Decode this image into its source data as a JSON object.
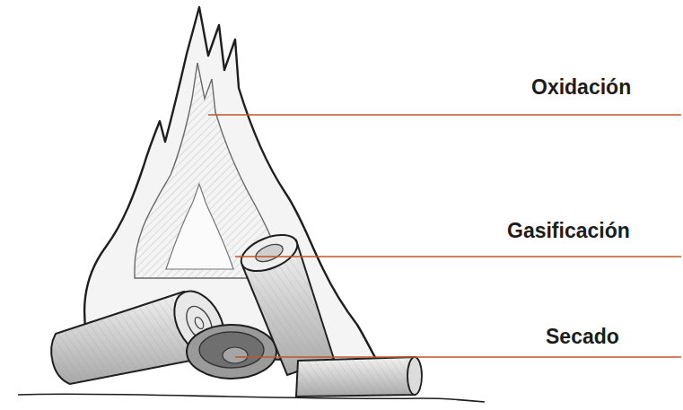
{
  "diagram": {
    "labels": [
      "Oxidación",
      "Gasificación",
      "Secado"
    ]
  }
}
